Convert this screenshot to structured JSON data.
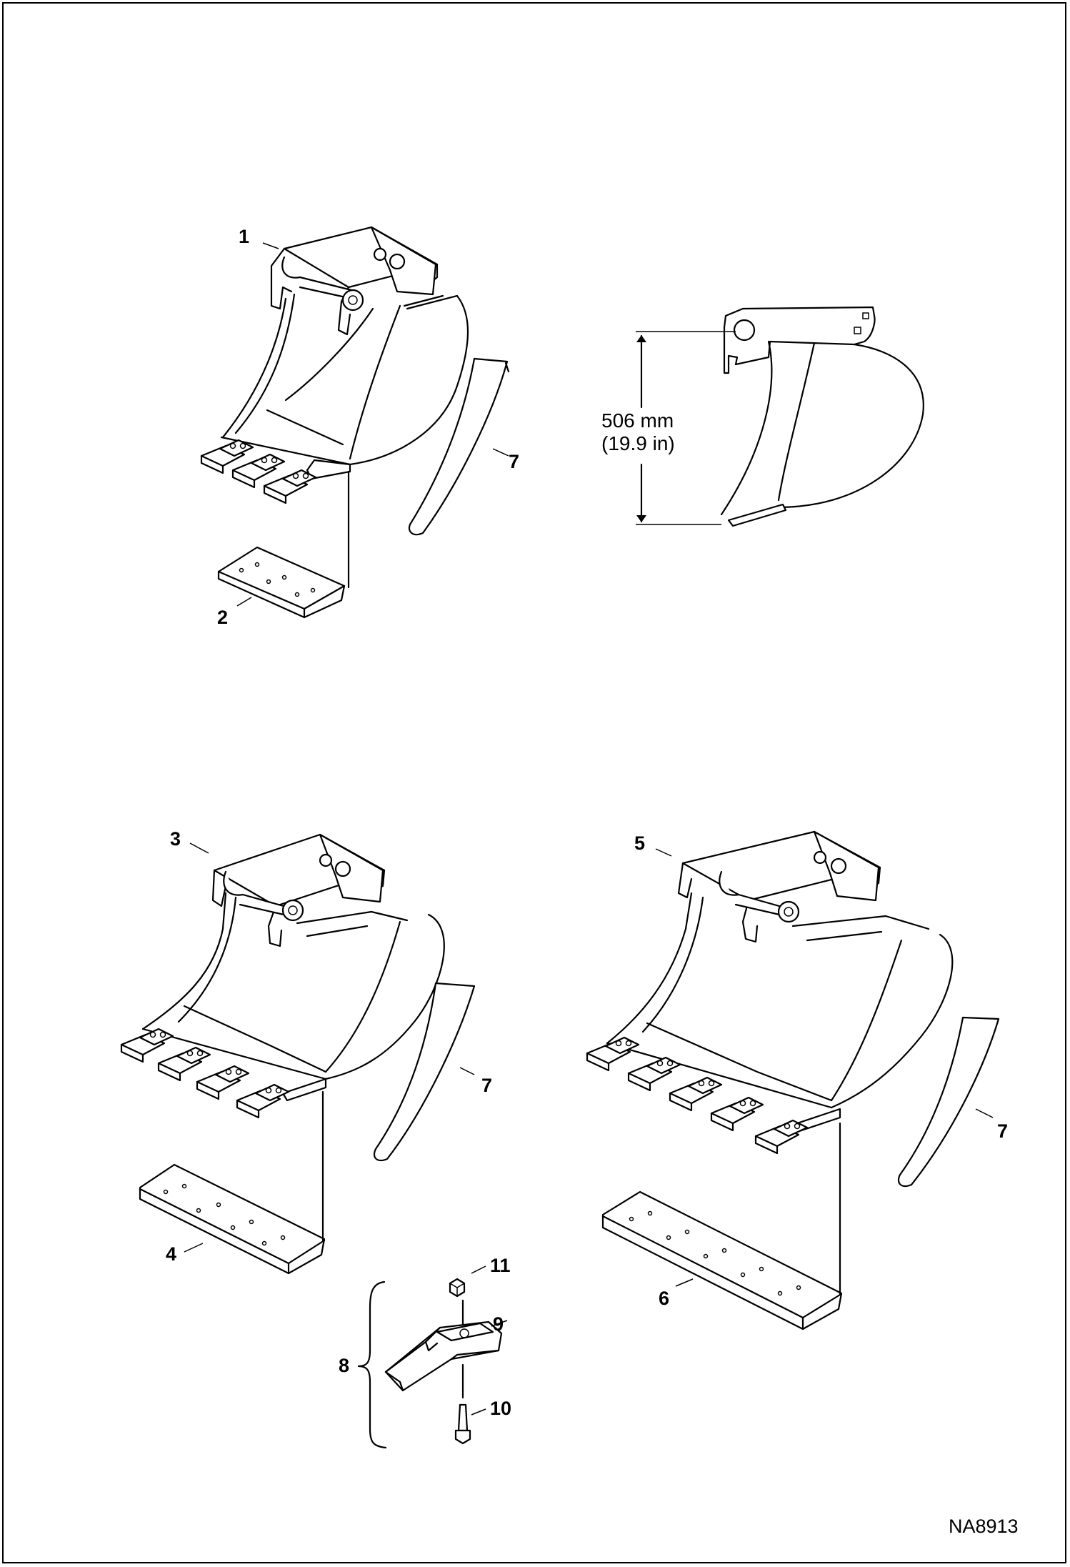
{
  "diagram": {
    "callouts": [
      "1",
      "2",
      "3",
      "4",
      "5",
      "6",
      "7",
      "8",
      "9",
      "10",
      "11"
    ],
    "dimension": {
      "metric": "506 mm",
      "imperial": "(19.9 in)"
    },
    "drawing_code": "NA8913"
  }
}
